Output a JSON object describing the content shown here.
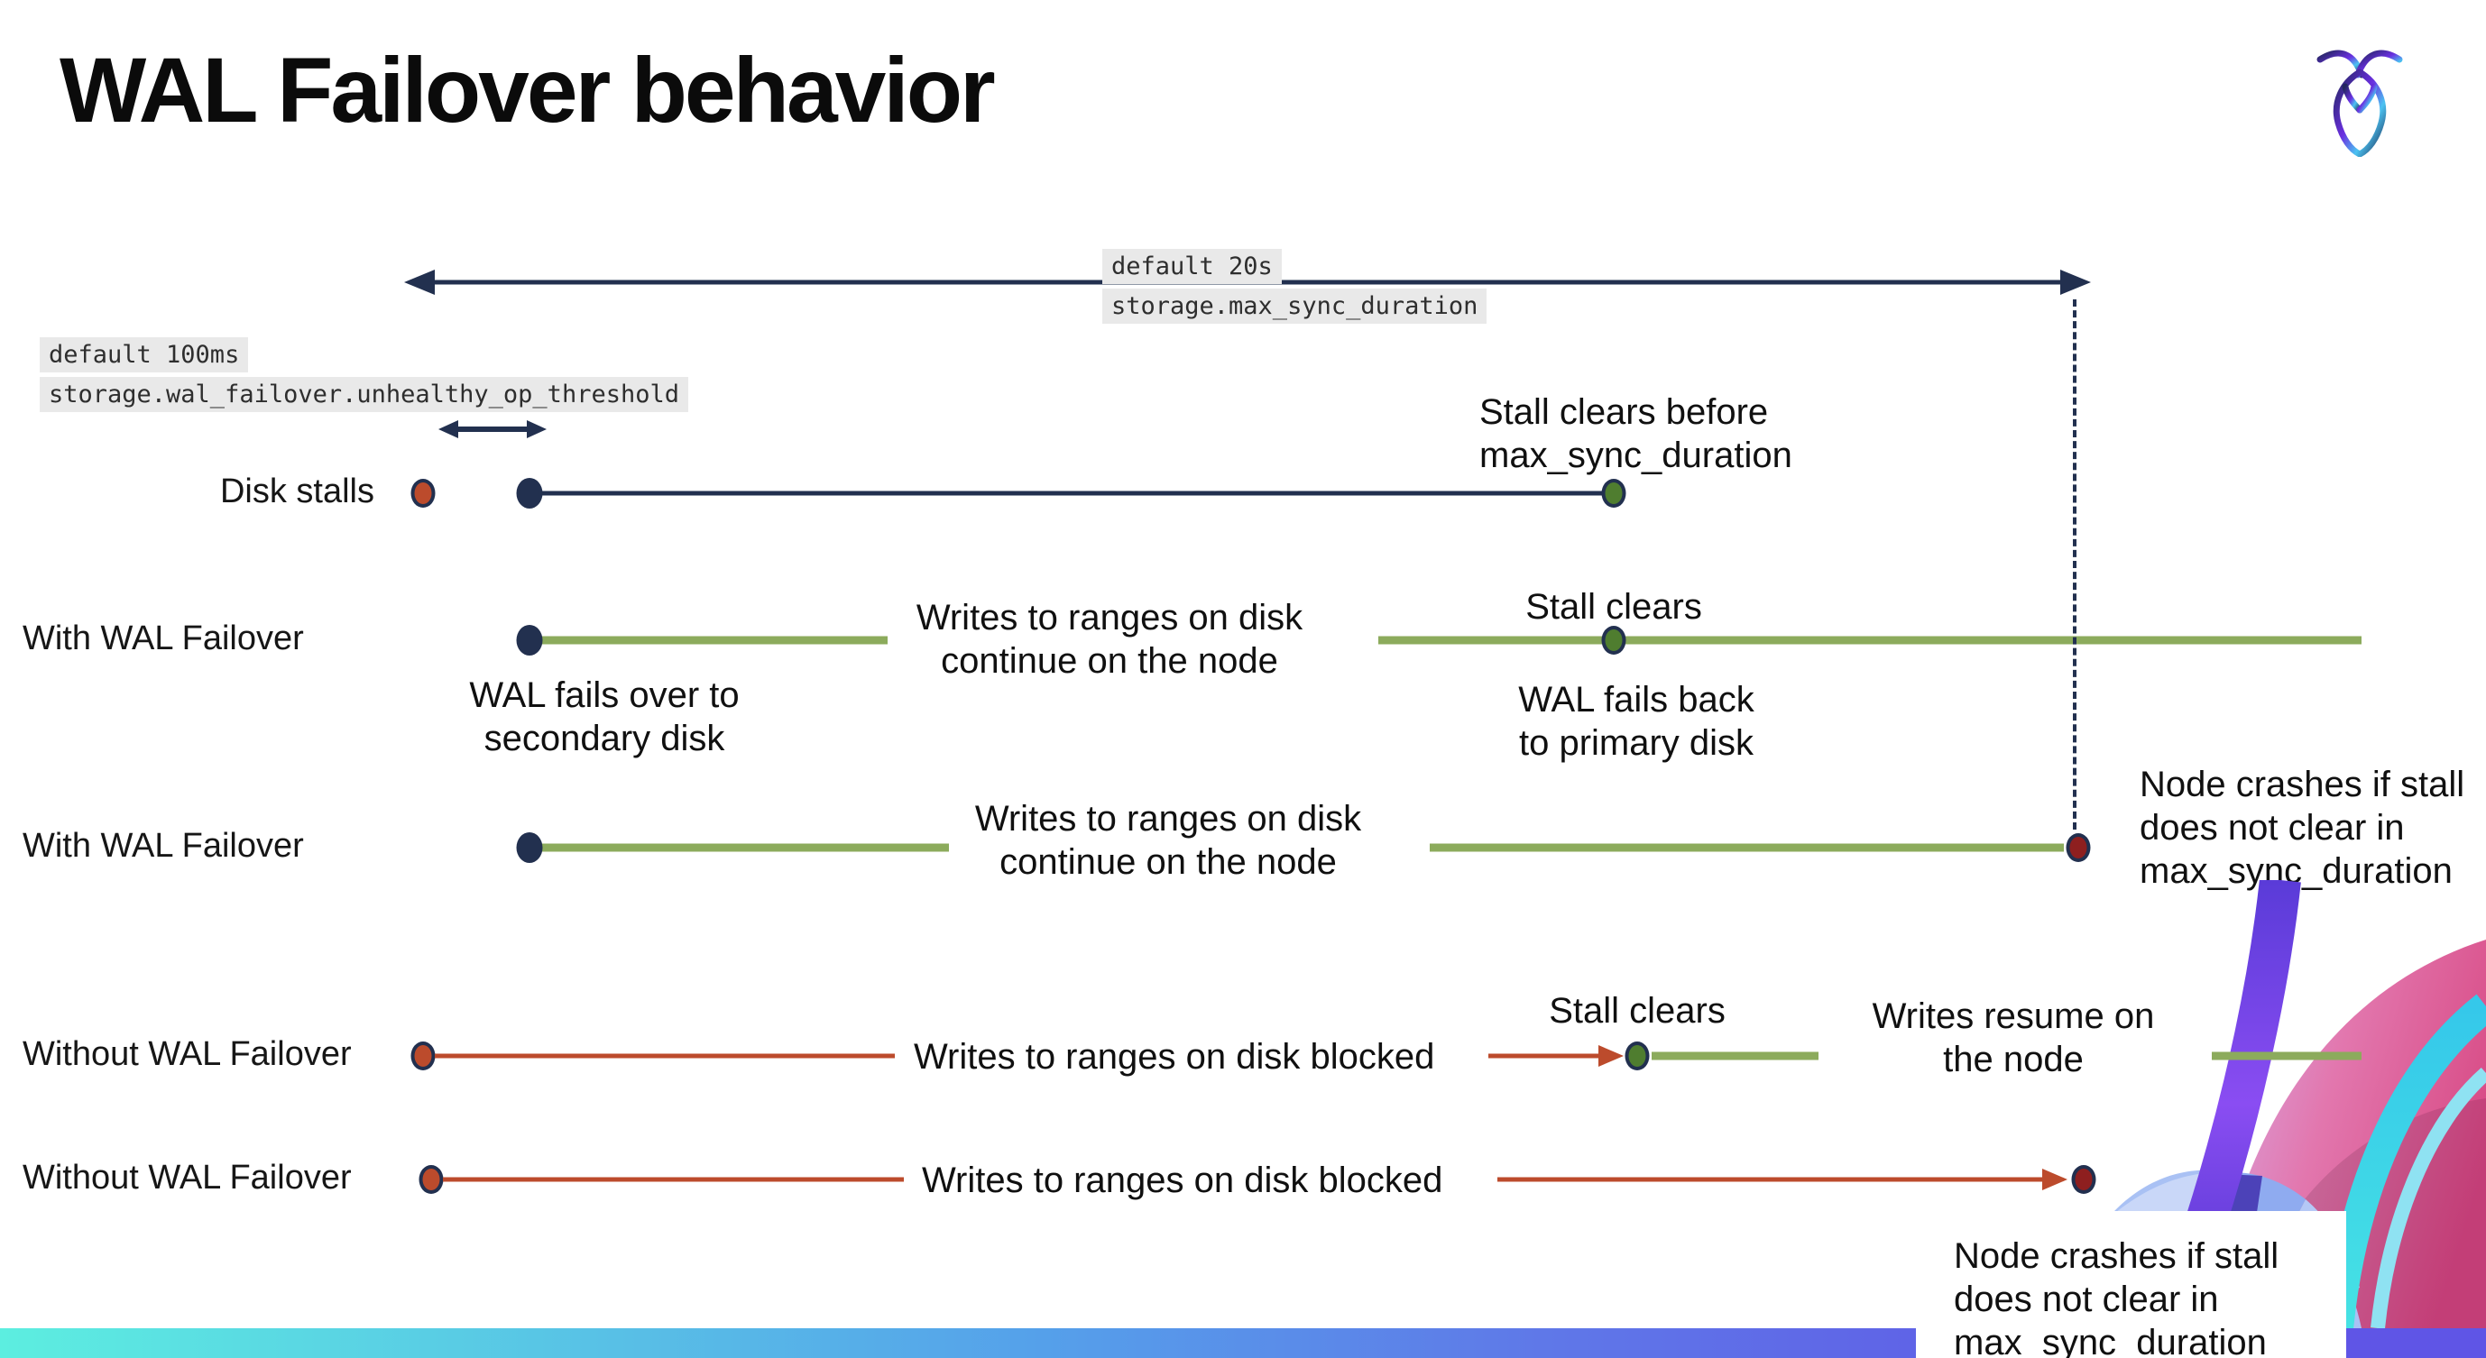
{
  "page": {
    "title": "WAL Failover behavior"
  },
  "logo": {
    "name": "cockroach-logo"
  },
  "annotations": {
    "max_sync_default": "default 20s",
    "max_sync_setting": "storage.max_sync_duration",
    "unhealthy_default": "default 100ms",
    "unhealthy_setting": "storage.wal_failover.unhealthy_op_threshold"
  },
  "rows": [
    {
      "label": "Disk stalls"
    },
    {
      "label": "With WAL Failover"
    },
    {
      "label": "With WAL Failover"
    },
    {
      "label": "Without WAL Failover"
    },
    {
      "label": "Without WAL Failover"
    }
  ],
  "texts": {
    "stall_clears_before": "Stall clears before\nmax_sync_duration",
    "writes_continue": "Writes to ranges on disk\ncontinue on the node",
    "stall_clears": "Stall clears",
    "wal_fails_over": "WAL fails over to\nsecondary disk",
    "wal_fails_back": "WAL fails  back\nto primary disk",
    "node_crashes": "Node crashes if stall\ndoes not clear in\nmax_sync_duration",
    "writes_blocked": "Writes to ranges on disk  blocked",
    "writes_resume": "Writes resume on\nthe node"
  },
  "colors": {
    "navy": "#22304f",
    "red": "#bc4b2c",
    "crash": "#8e1f1f",
    "green_line": "#8cab5c",
    "green_dot": "#4f7d2f",
    "code_bg": "#e9e9e9",
    "bar1": "#5ceee0",
    "bar2": "#55a0ea",
    "bar3": "#5f78e8",
    "bar4": "#5f55e6"
  }
}
